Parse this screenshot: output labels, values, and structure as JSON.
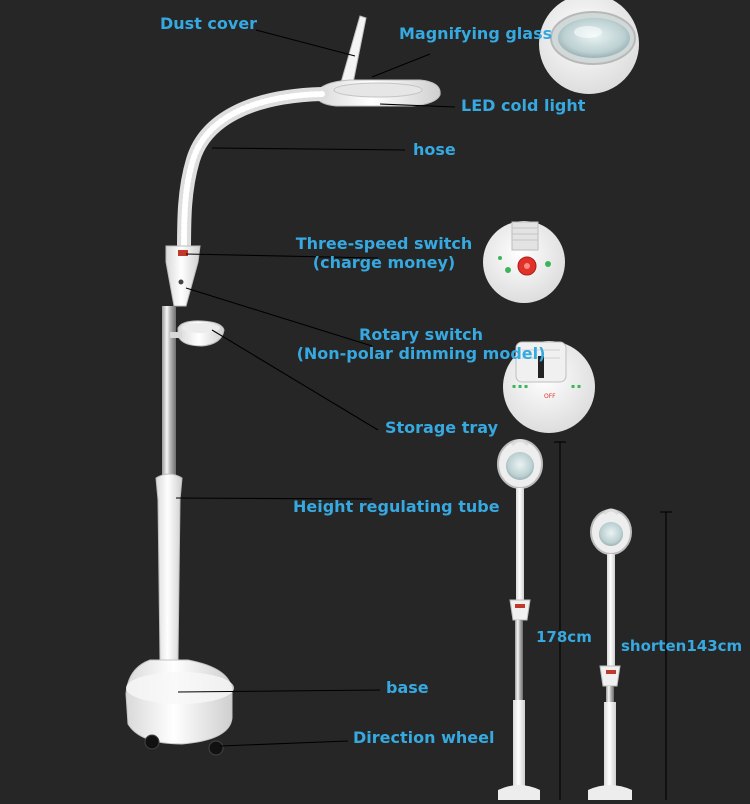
{
  "labels": {
    "dust_cover": "Dust cover",
    "magnifying_glass": "Magnifying glass",
    "led_cold_light": "LED cold light",
    "hose": "hose",
    "three_speed_switch": "Three-speed switch",
    "charge_money": "(charge money)",
    "rotary_switch": "Rotary switch",
    "non_polar_dimming": "(Non-polar dimming model)",
    "storage_tray": "Storage tray",
    "height_regulating_tube": "Height regulating tube",
    "base": "base",
    "direction_wheel": "Direction wheel",
    "height_full": "178cm",
    "height_short": "shorten143cm"
  },
  "colors": {
    "background": "#262626",
    "label_text": "#36a9e1",
    "white_label": "#ffffff",
    "lamp_body": "#f2f2f2",
    "indicator_red": "#e0312b",
    "indicator_green": "#3cb55a"
  },
  "icons": {
    "detail_magnifier": "magnifier-lens-closeup",
    "detail_three_speed": "three-speed-switch-closeup",
    "detail_rotary": "rotary-dimmer-closeup"
  }
}
